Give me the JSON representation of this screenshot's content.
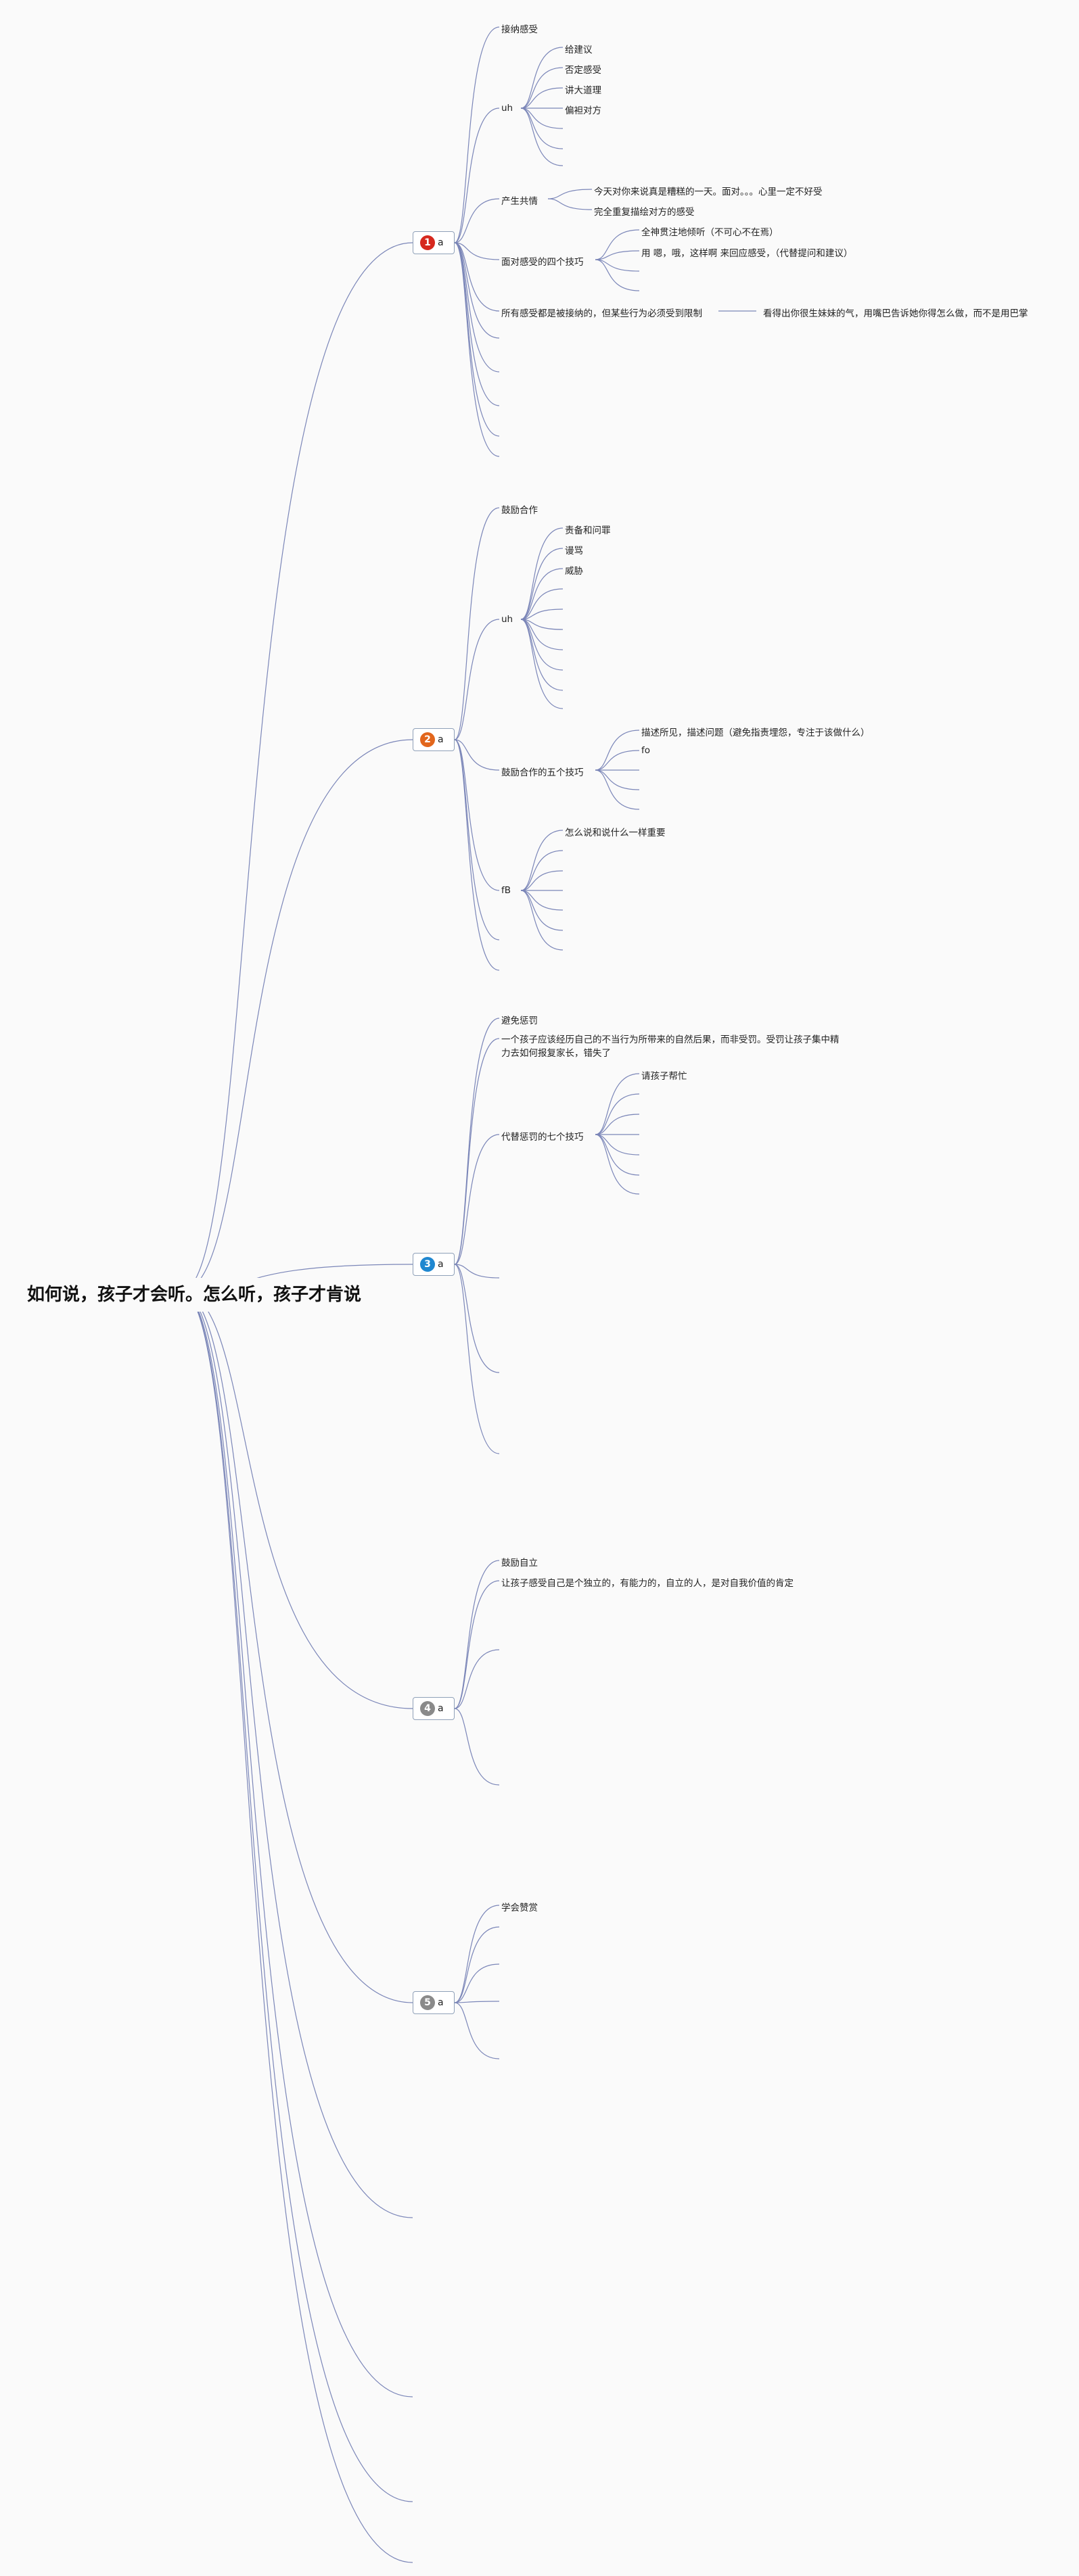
{
  "root": {
    "title": "如何说，孩子才会听。怎么听，孩子才肯说"
  },
  "colors": {
    "line": "#7b86b8",
    "badge1": "#d6281e",
    "badge2": "#e2661c",
    "badge3": "#1f87d0",
    "badge4": "#8a8a8a",
    "badge5": "#8a8a8a"
  },
  "topics": [
    {
      "num": "1",
      "text": "a"
    },
    {
      "num": "2",
      "text": "a"
    },
    {
      "num": "3",
      "text": "a"
    },
    {
      "num": "4",
      "text": "a"
    },
    {
      "num": "5",
      "text": "a"
    }
  ],
  "branch1": {
    "accept": "接纳感受",
    "uh": "uh",
    "uh_items": [
      "给建议",
      "否定感受",
      "讲大道理",
      "偏袒对方"
    ],
    "empathy": "产生共情",
    "empathy_items": [
      "今天对你来说真是糟糕的一天。面对。。。心里一定不好受",
      "完全重复描绘对方的感受"
    ],
    "four": "面对感受的四个技巧",
    "four_items": [
      "全神贯注地倾听（不可心不在焉）",
      "用 嗯，哦，这样啊 来回应感受，（代替提问和建议）"
    ],
    "all": "所有感受都是被接纳的，但某些行为必须受到限制",
    "all_note": "看得出你很生妹妹的气，用嘴巴告诉她你得怎么做，而不是用巴掌"
  },
  "branch2": {
    "coop": "鼓励合作",
    "uh": "uh",
    "uh_items": [
      "责备和问罪",
      "谩骂",
      "威胁"
    ],
    "five": "鼓励合作的五个技巧",
    "five_items": [
      "描述所见，描述问题（避免指责埋怨，专注于该做什么）",
      "fo"
    ],
    "fb": "fB",
    "fb_items": [
      "怎么说和说什么一样重要"
    ]
  },
  "branch3": {
    "avoid": "避免惩罚",
    "consequence": "一个孩子应该经历自己的不当行为所带来的自然后果，而非受罚。受罚让孩子集中精力去如何报复家长，错失了",
    "seven": "代替惩罚的七个技巧",
    "seven_items": [
      "请孩子帮忙"
    ]
  },
  "branch4": {
    "self": "鼓励自立",
    "self_desc": "让孩子感受自己是个独立的，有能力的，自立的人，是对自我价值的肯定"
  },
  "branch5": {
    "praise": "学会赞赏"
  }
}
